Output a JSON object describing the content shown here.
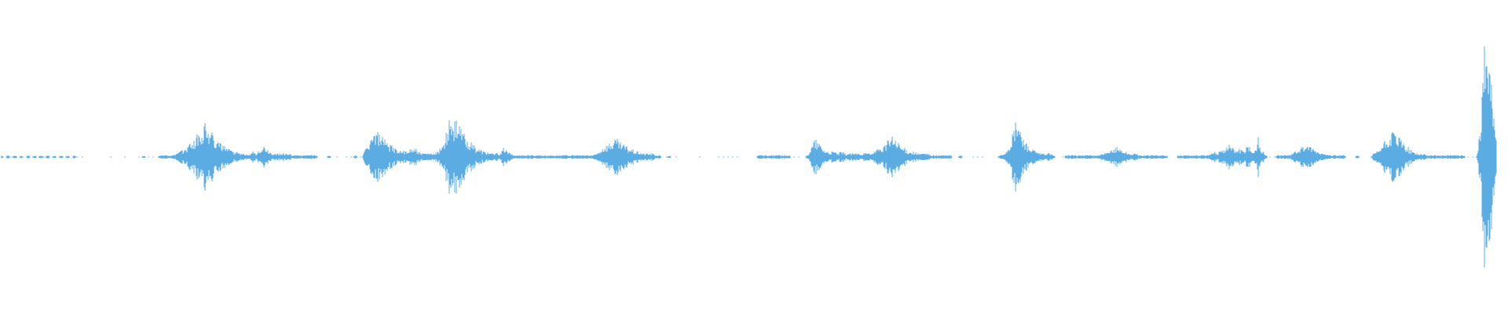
{
  "waveform": {
    "color": "#5aace3",
    "background": "#ffffff",
    "amplitude_profile": [
      0.01,
      0.0,
      0.01,
      0.0,
      0.01,
      0.0,
      0.01,
      0.0,
      0.01,
      0.0,
      0.01,
      0.0,
      0.01,
      0.0,
      0.01,
      0.0,
      0.01,
      0.0,
      0.01,
      0.0,
      0.01,
      0.0,
      0.01,
      0.0,
      0.0,
      0.0,
      0.0,
      0.0,
      0.0,
      0.0,
      0.0,
      0.0,
      0.0,
      0.0,
      0.0,
      0.0,
      0.0,
      0.0,
      0.0,
      0.0,
      0.0,
      0.0,
      0.0,
      0.01,
      0.0,
      0.0,
      0.0,
      0.0,
      0.01,
      0.01,
      0.01,
      0.01,
      0.01,
      0.02,
      0.03,
      0.04,
      0.06,
      0.08,
      0.1,
      0.12,
      0.14,
      0.17,
      0.2,
      0.16,
      0.12,
      0.1,
      0.08,
      0.06,
      0.05,
      0.04,
      0.03,
      0.03,
      0.02,
      0.02,
      0.02,
      0.02,
      0.03,
      0.02,
      0.04,
      0.06,
      0.05,
      0.03,
      0.02,
      0.02,
      0.02,
      0.02,
      0.02,
      0.02,
      0.01,
      0.01,
      0.01,
      0.01,
      0.01,
      0.01,
      0.01,
      0.01,
      0.0,
      0.0,
      0.0,
      0.01,
      0.0,
      0.0,
      0.0,
      0.0,
      0.0,
      0.0,
      0.0,
      0.01,
      0.0,
      0.0,
      0.04,
      0.08,
      0.12,
      0.14,
      0.13,
      0.11,
      0.09,
      0.07,
      0.06,
      0.05,
      0.04,
      0.04,
      0.03,
      0.03,
      0.06,
      0.05,
      0.03,
      0.02,
      0.02,
      0.02,
      0.02,
      0.02,
      0.03,
      0.06,
      0.1,
      0.16,
      0.24,
      0.2,
      0.18,
      0.15,
      0.12,
      0.1,
      0.08,
      0.06,
      0.05,
      0.04,
      0.03,
      0.03,
      0.02,
      0.02,
      0.02,
      0.02,
      0.06,
      0.03,
      0.02,
      0.01,
      0.01,
      0.01,
      0.01,
      0.01,
      0.01,
      0.01,
      0.01,
      0.01,
      0.01,
      0.01,
      0.01,
      0.01,
      0.01,
      0.01,
      0.01,
      0.01,
      0.01,
      0.01,
      0.01,
      0.01,
      0.01,
      0.01,
      0.01,
      0.01,
      0.02,
      0.04,
      0.06,
      0.07,
      0.08,
      0.09,
      0.1,
      0.08,
      0.07,
      0.06,
      0.05,
      0.04,
      0.03,
      0.03,
      0.02,
      0.02,
      0.02,
      0.02,
      0.01,
      0.01,
      0.0,
      0.0,
      0.01,
      0.0,
      0.0,
      0.0,
      0.0,
      0.0,
      0.0,
      0.0,
      0.0,
      0.0,
      0.0,
      0.0,
      0.0,
      0.0,
      0.0,
      0.0,
      0.0,
      0.0,
      0.0,
      0.0,
      0.0,
      0.0,
      0.0,
      0.0,
      0.0,
      0.0,
      0.0,
      0.01,
      0.01,
      0.01,
      0.01,
      0.01,
      0.01,
      0.01,
      0.01,
      0.01,
      0.01,
      0.0,
      0.0,
      0.0,
      0.0,
      0.0,
      0.02,
      0.06,
      0.1,
      0.08,
      0.06,
      0.04,
      0.03,
      0.03,
      0.03,
      0.02,
      0.03,
      0.02,
      0.02,
      0.02,
      0.02,
      0.02,
      0.02,
      0.02,
      0.02,
      0.02,
      0.03,
      0.04,
      0.05,
      0.07,
      0.09,
      0.12,
      0.1,
      0.08,
      0.06,
      0.05,
      0.04,
      0.03,
      0.03,
      0.02,
      0.02,
      0.02,
      0.02,
      0.01,
      0.01,
      0.01,
      0.01,
      0.01,
      0.01,
      0.01,
      0.0,
      0.0,
      0.01,
      0.0,
      0.0,
      0.0,
      0.0,
      0.0,
      0.0,
      0.0,
      0.0,
      0.0,
      0.0,
      0.0,
      0.01,
      0.02,
      0.04,
      0.08,
      0.14,
      0.22,
      0.16,
      0.1,
      0.07,
      0.05,
      0.04,
      0.03,
      0.02,
      0.02,
      0.02,
      0.02,
      0.01,
      0.0,
      0.0,
      0.0,
      0.01,
      0.01,
      0.01,
      0.01,
      0.01,
      0.01,
      0.01,
      0.01,
      0.01,
      0.01,
      0.01,
      0.02,
      0.02,
      0.03,
      0.04,
      0.06,
      0.05,
      0.04,
      0.03,
      0.02,
      0.02,
      0.02,
      0.01,
      0.01,
      0.01,
      0.01,
      0.01,
      0.01,
      0.01,
      0.01,
      0.01,
      0.0,
      0.0,
      0.0,
      0.01,
      0.01,
      0.01,
      0.01,
      0.01,
      0.01,
      0.01,
      0.01,
      0.01,
      0.01,
      0.02,
      0.03,
      0.02,
      0.06,
      0.04,
      0.08,
      0.06,
      0.04,
      0.05,
      0.04,
      0.03,
      0.08,
      0.04,
      0.03,
      0.12,
      0.04,
      0.02,
      0.0,
      0.0,
      0.0,
      0.01,
      0.01,
      0.01,
      0.01,
      0.02,
      0.03,
      0.04,
      0.05,
      0.06,
      0.07,
      0.05,
      0.04,
      0.03,
      0.02,
      0.02,
      0.02,
      0.01,
      0.01,
      0.01,
      0.01,
      0.01,
      0.0,
      0.0,
      0.0,
      0.01,
      0.0,
      0.0,
      0.0,
      0.0,
      0.02,
      0.03,
      0.05,
      0.08,
      0.1,
      0.12,
      0.14,
      0.12,
      0.1,
      0.08,
      0.06,
      0.04,
      0.03,
      0.02,
      0.02,
      0.02,
      0.01,
      0.01,
      0.01,
      0.01,
      0.01,
      0.01,
      0.01,
      0.01,
      0.01,
      0.01,
      0.01,
      0.01,
      0.0,
      0.0,
      0.0,
      0.0,
      0.12,
      0.4,
      0.8,
      0.6,
      0.3,
      0.12
    ]
  }
}
